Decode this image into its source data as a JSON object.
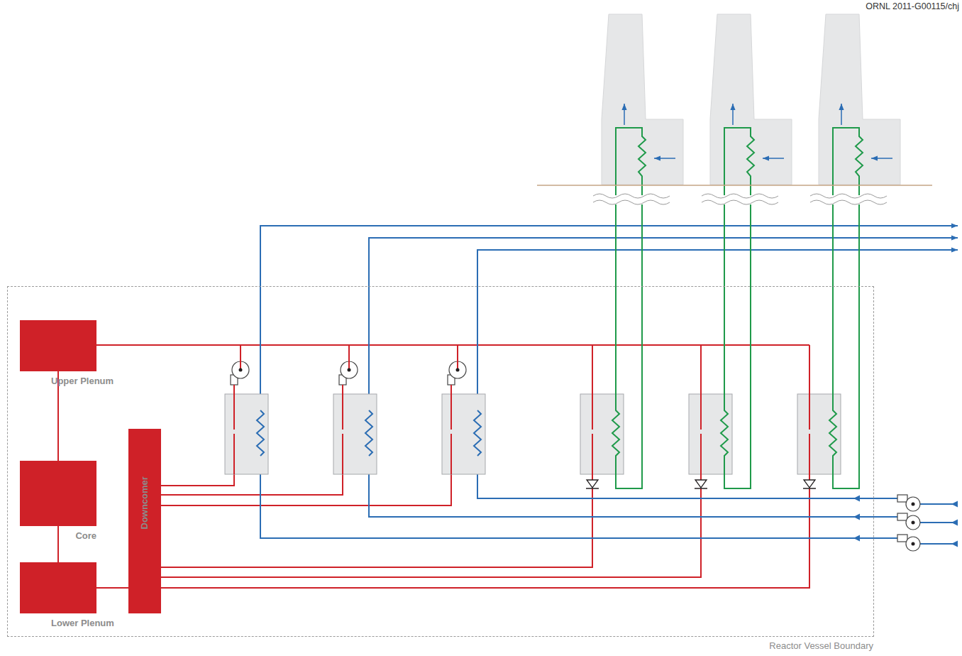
{
  "diagram": {
    "nodes": [
      {
        "text": [
          "Reactor Vessel Boundary"
        ]
      },
      {
        "text": [
          "Upper Plenum"
        ],
        "in": 0
      },
      {
        "text": [
          "Core"
        ],
        "in": 0
      },
      {
        "text": [
          "Lower Plenum"
        ],
        "in": 0
      },
      {
        "text": [
          "Downcomer"
        ],
        "in": 0
      }
    ],
    "edges": [
      {
        "from": 1,
        "to": 2,
        "arrow": "none"
      },
      {
        "from": 2,
        "to": 3,
        "arrow": "none"
      },
      {
        "from": 3,
        "to": 4,
        "arrow": "none"
      }
    ],
    "labels": [
      "ORNL 2011-G00115/chj"
    ]
  }
}
